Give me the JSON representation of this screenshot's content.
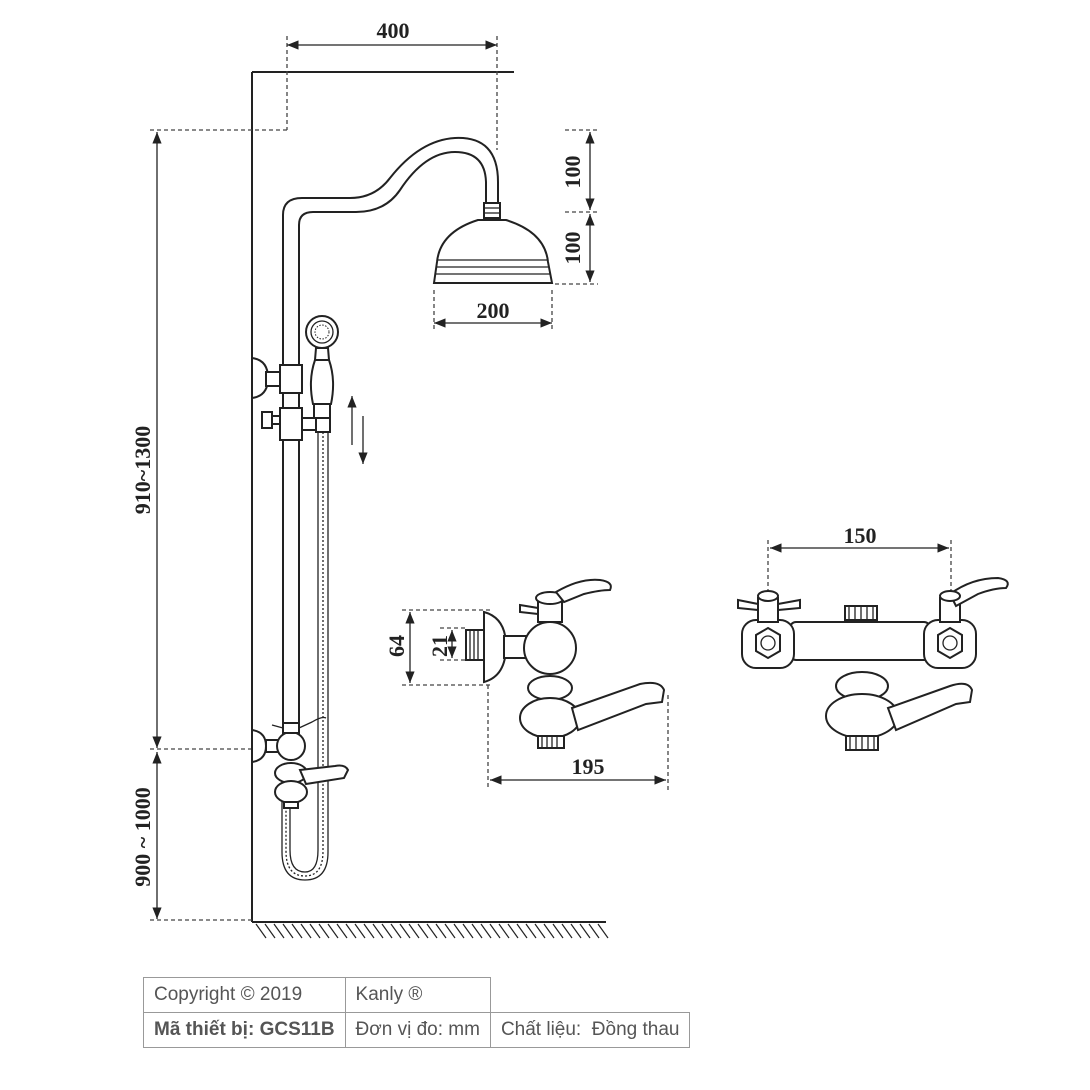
{
  "dimensions": {
    "arm_reach": "400",
    "head_top_height": "100",
    "head_bottom_height": "100",
    "head_diameter": "200",
    "rail_height_range": "910~1300",
    "mixer_height_range": "900 ~ 1000",
    "mixer_body_height": "64",
    "mixer_inlet": "21",
    "mixer_length": "195",
    "valve_spacing": "150"
  },
  "info": {
    "copyright": "Copyright © 2019",
    "brand": "Kanly ®",
    "model_label": "Mã thiết bị:",
    "model_value": "GCS11B",
    "unit_label": "Đơn vị đo:",
    "unit_value": "mm",
    "material_label": "Chất liệu:",
    "material_value": "Đồng thau"
  }
}
